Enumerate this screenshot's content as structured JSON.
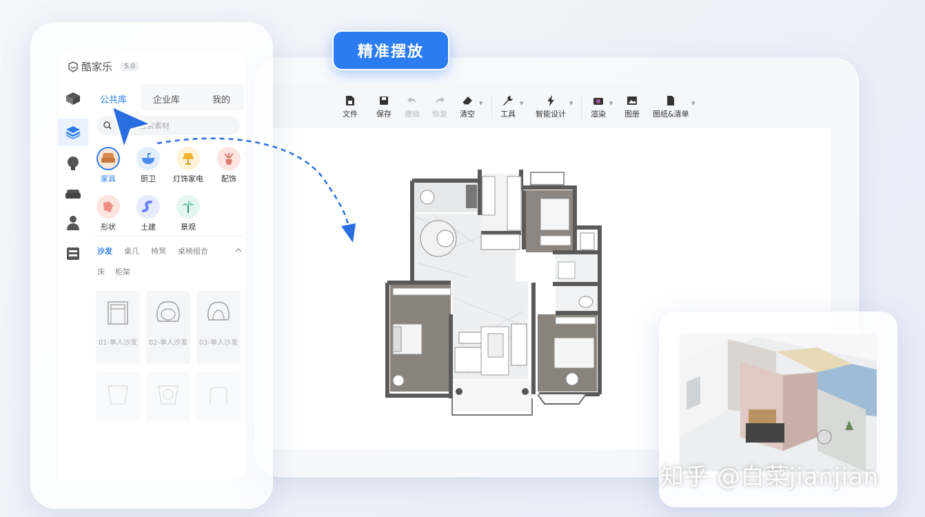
{
  "badge": {
    "label": "精准摆放"
  },
  "toolbar": {
    "items": [
      {
        "label": "文件",
        "icon": "file-icon"
      },
      {
        "label": "保存",
        "icon": "save-icon"
      },
      {
        "label": "撤销",
        "icon": "undo-icon"
      },
      {
        "label": "恢复",
        "icon": "redo-icon"
      },
      {
        "label": "清空",
        "icon": "eraser-icon"
      },
      {
        "label": "工具",
        "icon": "wrench-icon"
      },
      {
        "label": "智能设计",
        "icon": "lightning-icon"
      },
      {
        "label": "渲染",
        "icon": "camera-icon"
      },
      {
        "label": "图册",
        "icon": "image-icon"
      },
      {
        "label": "图纸&清单",
        "icon": "document-icon"
      }
    ]
  },
  "panel": {
    "brand": "酷家乐",
    "version": "5.0",
    "tabs": [
      "公共库",
      "企业库",
      "我的"
    ],
    "search_placeholder": "搜索素材",
    "categories": [
      "家具",
      "厨卫",
      "灯饰家电",
      "配饰",
      "形状",
      "土建",
      "景观"
    ],
    "subcategories": [
      "沙发",
      "桌几",
      "椅凳",
      "桌椅组合",
      "床",
      "柜架"
    ],
    "cards": [
      {
        "label": "01-单人沙发"
      },
      {
        "label": "02-单人沙发"
      },
      {
        "label": "03-单人沙发"
      }
    ]
  },
  "watermark": "知乎 @白菜jianjian",
  "colors": {
    "accent": "#2a7cf0",
    "wall": "#5a5a5a",
    "floor_wood": "#8a837c"
  }
}
